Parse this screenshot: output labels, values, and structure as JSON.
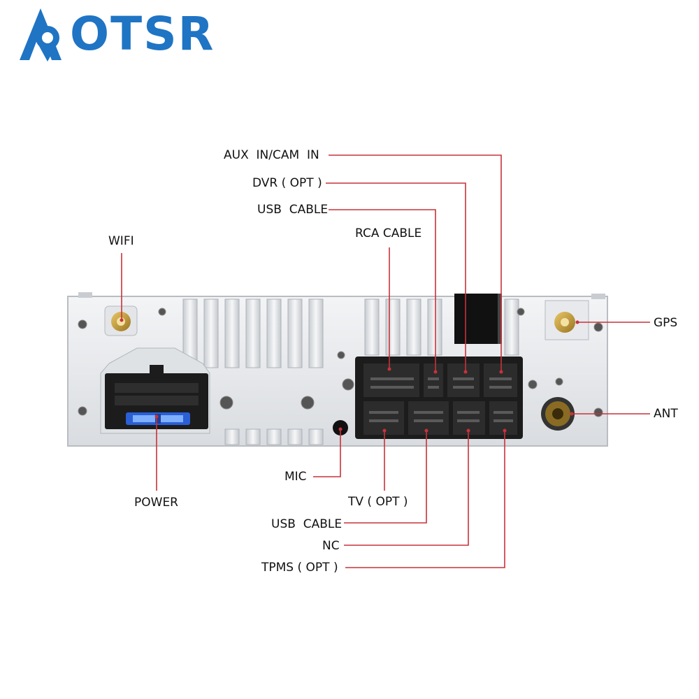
{
  "brand": {
    "logo_text": "OTSR",
    "logo_letter": "A",
    "color": "#1f74c4"
  },
  "colors": {
    "leader_line": "#c8323a",
    "panel": "#e9ebee",
    "connector": "#1c1c1c"
  },
  "labels": {
    "aux": "AUX  IN/CAM  IN",
    "dvr": "DVR ( OPT )",
    "usb_top": "USB  CABLE",
    "rca": "RCA CABLE",
    "wifi": "WIFI",
    "gps": "GPS",
    "ant": "ANT",
    "mic": "MIC",
    "power": "POWER",
    "tv": "TV ( OPT )",
    "usb_bottom": "USB  CABLE",
    "nc": "NC",
    "tpms": "TPMS ( OPT )"
  },
  "icons": [
    "aotsr-logo-icon",
    "wifi-antenna-icon",
    "gps-antenna-icon",
    "radio-antenna-icon",
    "fuse-icon",
    "screw-icon"
  ]
}
